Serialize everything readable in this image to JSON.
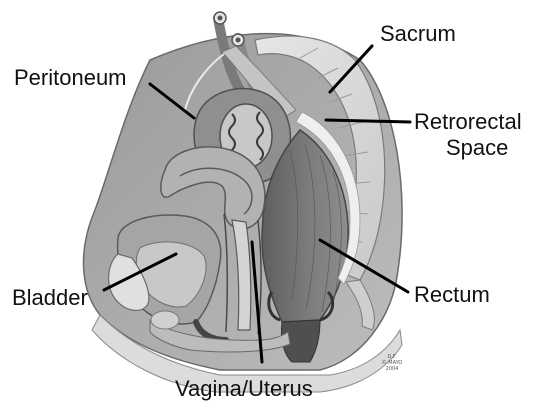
{
  "figure": {
    "labels": {
      "sacrum": "Sacrum",
      "peritoneum": "Peritoneum",
      "retrorectal_line1": "Retrorectal",
      "retrorectal_line2": "Space",
      "bladder": "Bladder",
      "rectum": "Rectum",
      "vagina_uterus": "Vagina/Uterus"
    },
    "credit": {
      "line1": "D.F.",
      "line2": "© MAYO",
      "line3": "2004"
    }
  },
  "colors": {
    "background": "#ffffff",
    "label_text": "#111111",
    "leader_line": "#000000",
    "tissue_gray": "#a8a8a8",
    "muscle_dark": "#6d6d6d",
    "bone_light": "#d9d9d9"
  }
}
